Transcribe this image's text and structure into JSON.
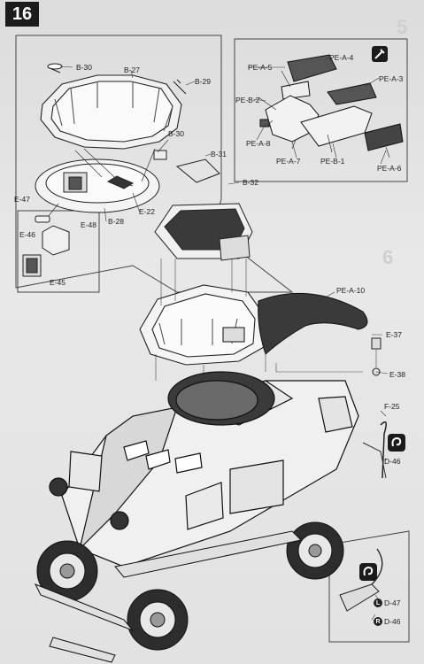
{
  "step": {
    "number": "16"
  },
  "ghost_numbers": [
    "5",
    "6"
  ],
  "labels": {
    "b30_top": "B-30",
    "b27": "B-27",
    "b29": "B-29",
    "b30_mid": "B-30",
    "b31": "B-31",
    "b32": "B-32",
    "e22": "E-22",
    "e28": "B-28",
    "e47": "E-47",
    "e48": "E-48",
    "e46": "E-46",
    "e45": "E-45",
    "pea5": "PE-A-5",
    "pea4": "PE-A-4",
    "pea3": "PE-A-3",
    "peb2": "PE-B-2",
    "pea8": "PE-A-8",
    "pea7": "PE-A-7",
    "peb1": "PE-B-1",
    "pea6": "PE-A-6",
    "pea10": "PE-A-10",
    "e37": "E-37",
    "e38": "E-38",
    "f25": "F-25",
    "d46_top": "D-46",
    "d47": "D-47",
    "d46_bot": "D-46"
  },
  "circle_tags": {
    "left": "L",
    "right": "R"
  },
  "icons": [
    "bend-hook-icon",
    "photo-etch-tool-icon"
  ]
}
